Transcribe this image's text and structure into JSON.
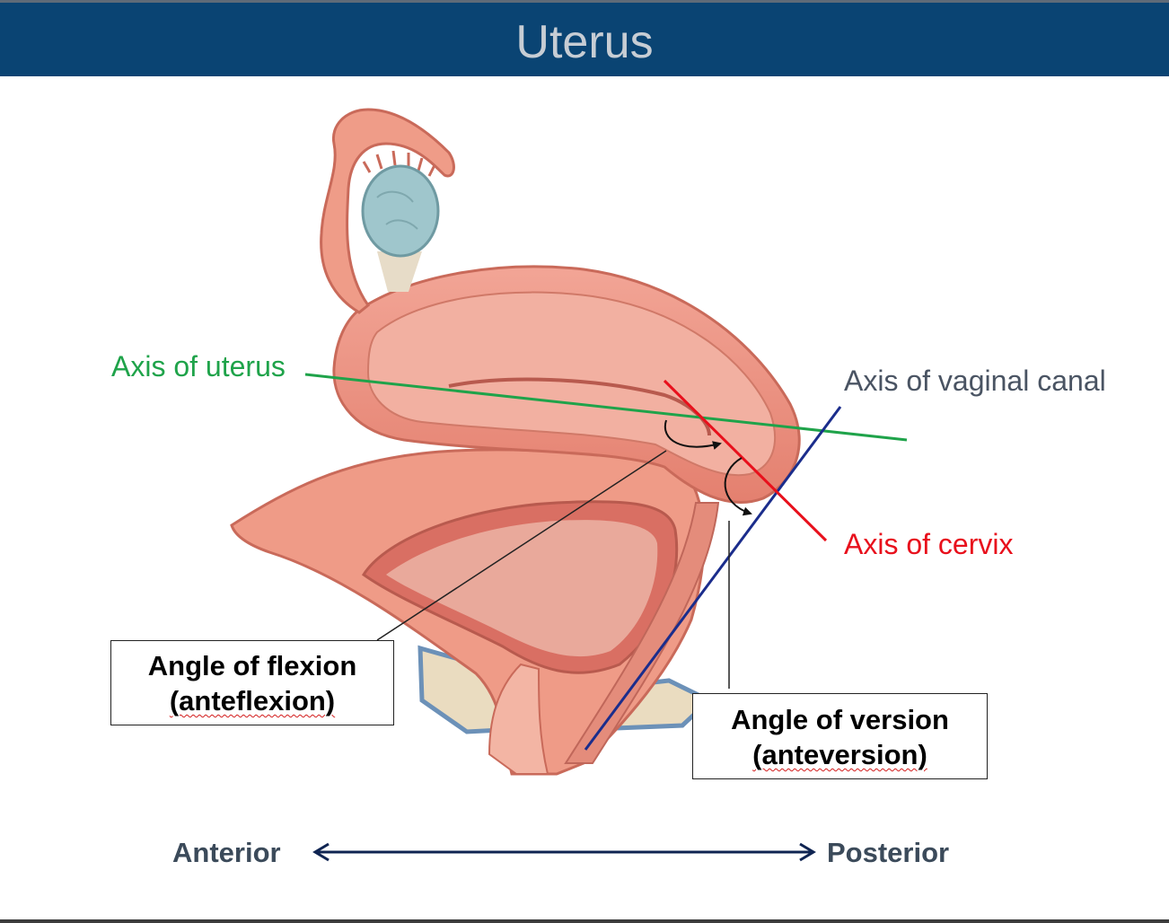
{
  "title": "Uterus",
  "labels": {
    "axis_uterus": "Axis of uterus",
    "axis_vaginal_canal": "Axis of vaginal canal",
    "axis_cervix": "Axis of cervix"
  },
  "boxes": {
    "flexion_line1": "Angle of flexion",
    "flexion_line2": "(anteflexion)",
    "version_line1": "Angle of version",
    "version_line2": "(anteversion)"
  },
  "direction": {
    "anterior": "Anterior",
    "posterior": "Posterior"
  },
  "colors": {
    "header_bg": "#0a4473",
    "axis_uterus": "#1fa34a",
    "axis_vaginal_canal": "#1b2d8c",
    "axis_cervix": "#e8101c",
    "tissue": "#ee9a8a",
    "ovary": "#9fc6cc"
  }
}
